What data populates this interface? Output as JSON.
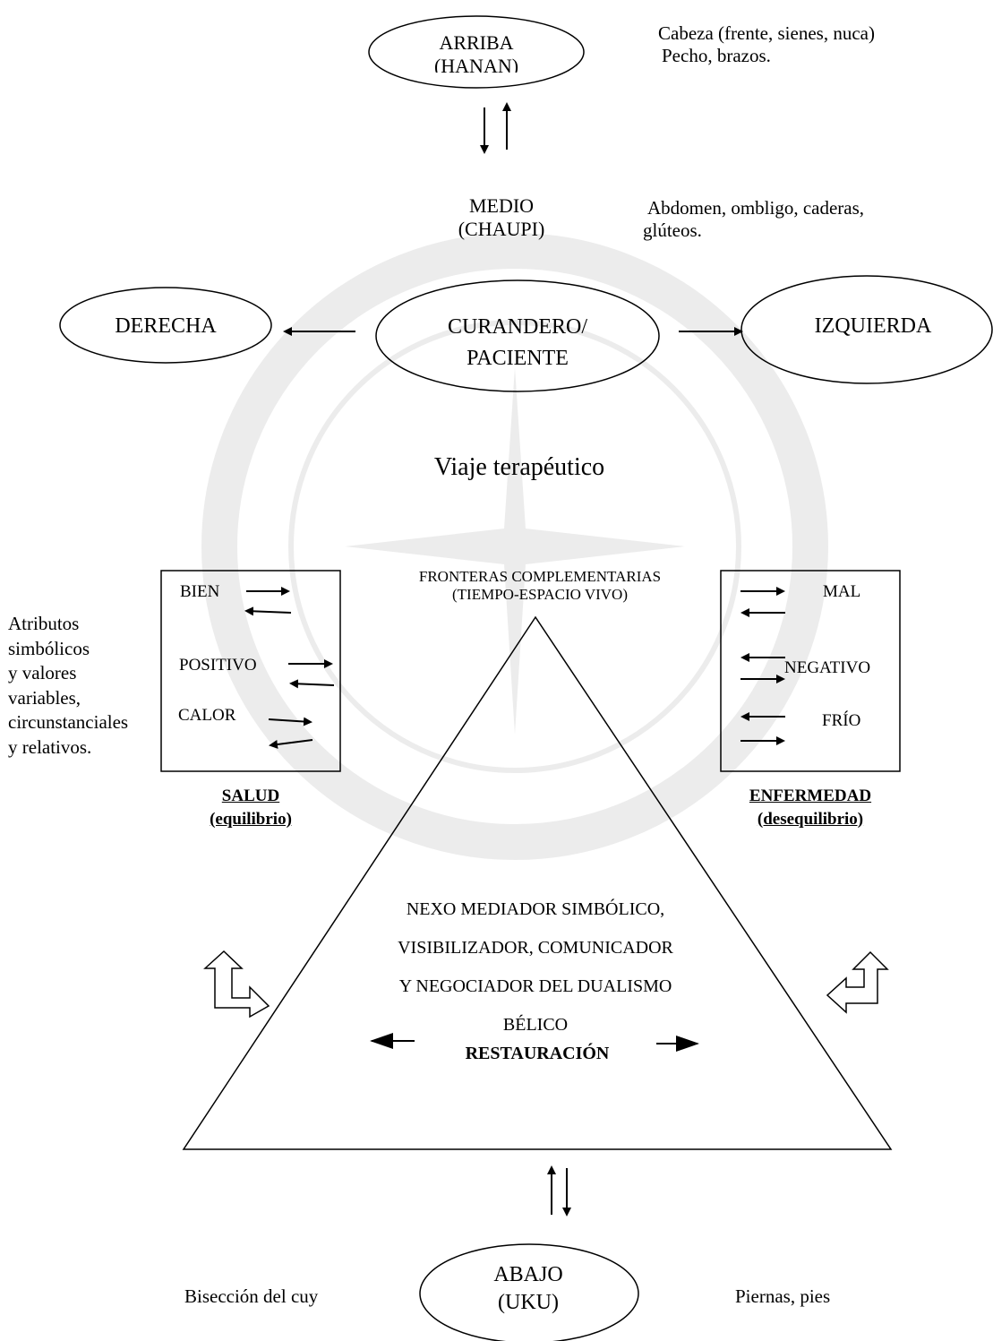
{
  "top": {
    "arriba_line1": "ARRIBA",
    "arriba_line2": "(HANAN)",
    "arriba_note_line1": "Cabeza (frente, sienes, nuca)",
    "arriba_note_line2": "Pecho, brazos.",
    "medio_line1": "MEDIO",
    "medio_line2": "(CHAUPI)",
    "medio_note_line1": "Abdomen, ombligo, caderas,",
    "medio_note_line2": "glúteos."
  },
  "center_row": {
    "derecha": "DERECHA",
    "curandero_line1": "CURANDERO/",
    "curandero_line2": "PACIENTE",
    "izquierda": "IZQUIERDA",
    "viaje": "Viaje terapéutico"
  },
  "attributes_note": [
    "Atributos",
    "simbólicos",
    "y valores",
    "variables,",
    "circunstanciales",
    "y relativos."
  ],
  "left_box": {
    "items": [
      "BIEN",
      "POSITIVO",
      "CALOR"
    ],
    "title": "SALUD",
    "subtitle": "(equilibrio)"
  },
  "right_box": {
    "items": [
      "MAL",
      "NEGATIVO",
      "FRÍO"
    ],
    "title": "ENFERMEDAD",
    "subtitle": "(desequilibrio)"
  },
  "triangle": {
    "top_line1": "FRONTERAS COMPLEMENTARIAS",
    "top_line2": "(TIEMPO-ESPACIO VIVO)",
    "body_lines": [
      "NEXO MEDIADOR SIMBÓLICO,",
      "VISIBILIZADOR, COMUNICADOR",
      "Y NEGOCIADOR DEL DUALISMO",
      "BÉLICO"
    ],
    "restauracion": "RESTAURACIÓN"
  },
  "bottom": {
    "abajo_line1": "ABAJO",
    "abajo_line2": "(UKU)",
    "left_note": "Bisección del cuy",
    "right_note": "Piernas, pies"
  }
}
